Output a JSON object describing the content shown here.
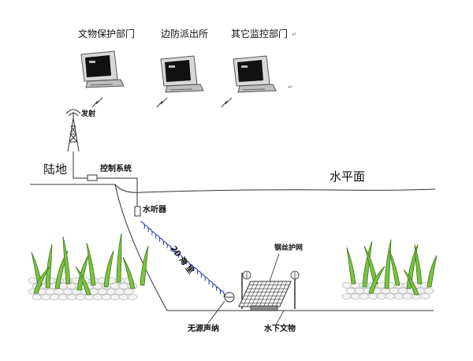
{
  "departments": [
    {
      "label": "文物保护部门"
    },
    {
      "label": "边防派出所"
    },
    {
      "label": "其它监控部门"
    }
  ],
  "labels": {
    "transmit": "发射",
    "land": "陆地",
    "control_system": "控制系统",
    "water_surface": "水平面",
    "hydrophone": "水听器",
    "distance": "20 海 里",
    "wire_net": "钢丝护网",
    "passive_sonar": "无源声纳",
    "underwater_relic": "水下文物"
  },
  "marks": {
    "return1": "↵",
    "return2": "↵"
  },
  "colors": {
    "line": "#333333",
    "wave": "#2233aa",
    "plant_green": "#7cc242",
    "plant_dark": "#3f7a1c",
    "stone": "#bbbbbb",
    "monitor_body": "#d9d9d9",
    "screen": "#111111"
  }
}
